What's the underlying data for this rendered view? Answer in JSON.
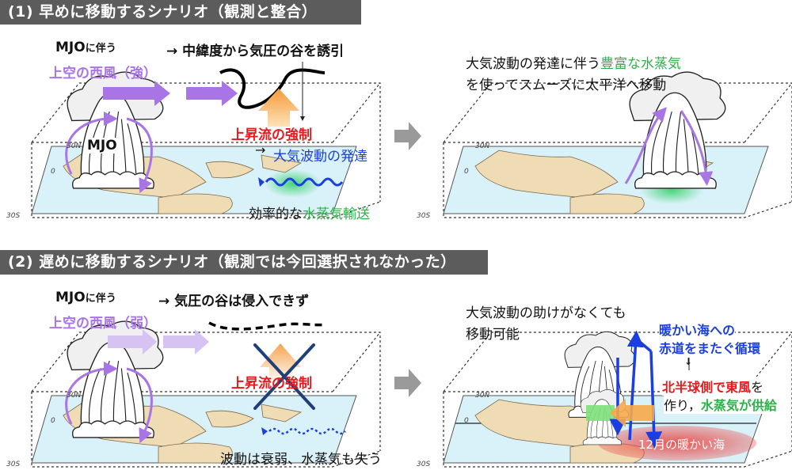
{
  "scenario1": {
    "title": "(1) 早めに移動するシナリオ（観測と整合）",
    "left": {
      "mjo_prefix": "MJO",
      "mjo_suffix": "に伴う",
      "westerly": "上空の西風（強）",
      "arrow_text": "→ 中緯度から気圧の谷を誘引",
      "updraft": "上昇流の強制",
      "wave_arrow": "→",
      "wave_dev": "大気波動の発達",
      "mjo_label": "MJO",
      "transport_prefix": "効率的な",
      "transport_green": "水蒸気輸送"
    },
    "right": {
      "line1_prefix": "大気波動の発達に伴う",
      "line1_green": "豊富な水蒸気",
      "line2": "を使ってスムーズに太平洋へ移動"
    }
  },
  "scenario2": {
    "title": "(2) 遅めに移動するシナリオ（観測では今回選択されなかった）",
    "left": {
      "mjo_prefix": "MJO",
      "mjo_suffix": "に伴う",
      "westerly": "上空の西風（弱）",
      "arrow_text": "→ 気圧の谷は侵入できず",
      "updraft": "上昇流の強制",
      "wave_weak": "波動は衰弱、水蒸気も失う"
    },
    "right": {
      "line1": "大気波動の助けがなくても",
      "line2": "移動可能",
      "warm_sea_1": "暖かい海への",
      "warm_sea_2": "赤道をまたぐ循環",
      "down_arrow": "↓",
      "nh_red": "北半球側で東風",
      "nh_suffix": "を",
      "make": "作り，",
      "supply_green": "水蒸気が供給",
      "dec_sea": "12月の暖かい海"
    }
  },
  "map_labels": {
    "lat30n": "30N",
    "lat0": "0",
    "lat30s": "30S"
  },
  "colors": {
    "banner": "#5c5c5c",
    "purple": "#a874e6",
    "red": "#e8191d",
    "blue": "#1a3fe0",
    "green": "#2db24a",
    "orange": "#f7a84a",
    "ocean": "#d9f1f8",
    "land": "#f0dcb4"
  }
}
